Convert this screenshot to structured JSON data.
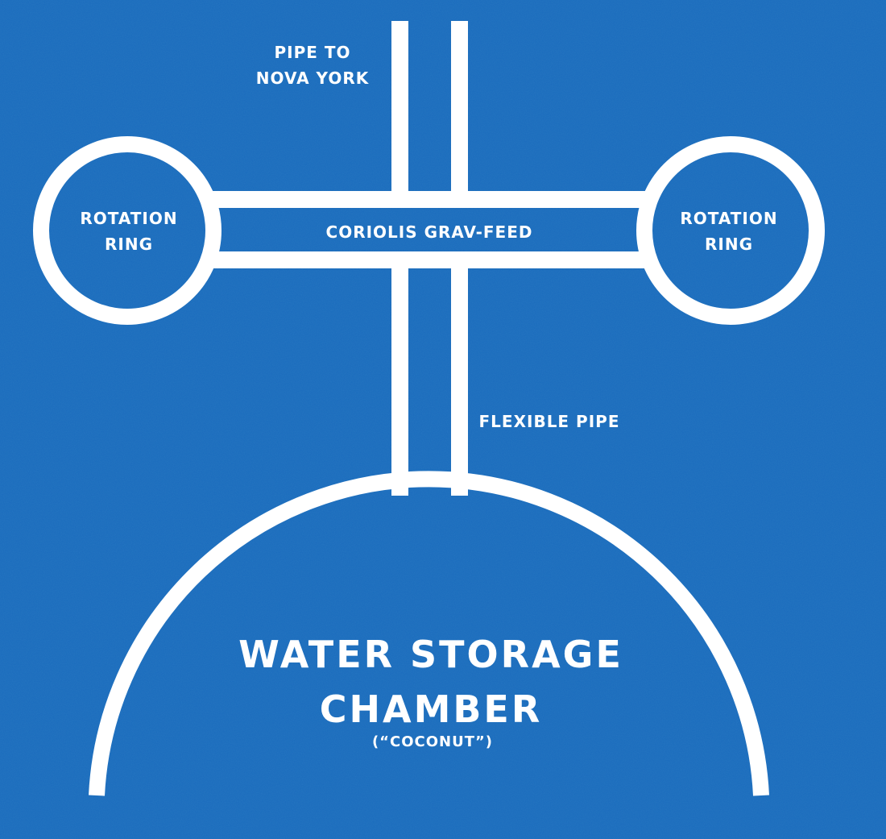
{
  "labels": {
    "pipe_to_line1": "PIPE TO",
    "pipe_to_line2": "NOVA YORK",
    "left_ring_line1": "ROTATION",
    "left_ring_line2": "RING",
    "right_ring_line1": "ROTATION",
    "right_ring_line2": "RING",
    "coriolis": "CORIOLIS GRAV-FEED",
    "flexible_pipe": "FLEXIBLE PIPE",
    "chamber_line1": "WATER STORAGE",
    "chamber_line2": "CHAMBER",
    "chamber_line3": "(“COCONUT”)"
  },
  "colors": {
    "background": "#1a6bbd",
    "lines": "#ffffff"
  }
}
